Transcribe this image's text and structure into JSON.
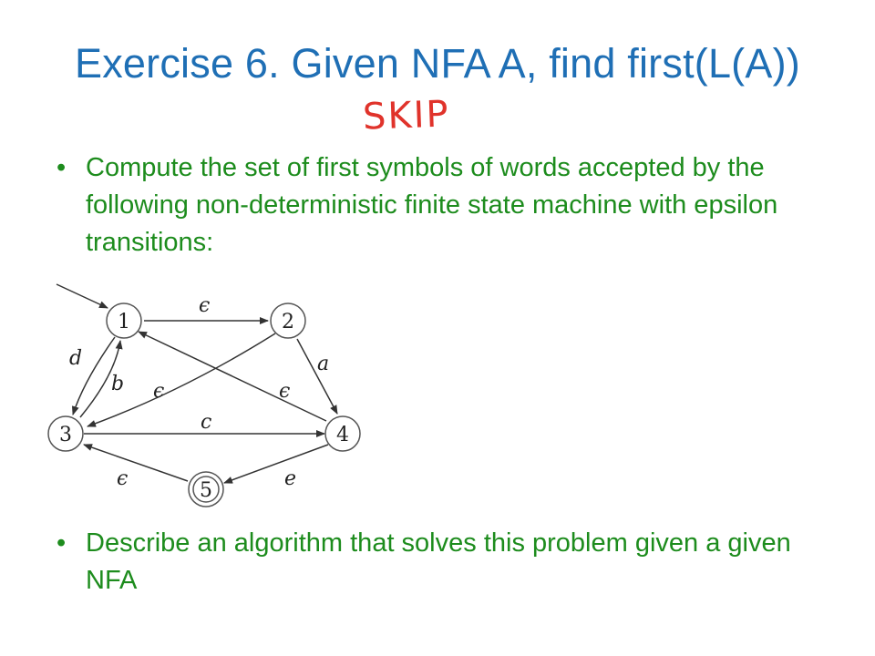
{
  "title": "Exercise 6. Given NFA A, find first(L(A))",
  "annotation": "SKIP",
  "bullets": [
    "Compute the set of first symbols of words accepted by the following non-deterministic finite state machine with epsilon transitions:",
    "Describe an algorithm that solves this problem given a given NFA"
  ],
  "diagram": {
    "states": [
      "1",
      "2",
      "3",
      "4",
      "5"
    ],
    "start_state": "1",
    "accepting_states": [
      "5"
    ],
    "transitions": [
      {
        "from": "1",
        "to": "2",
        "label": "ϵ"
      },
      {
        "from": "1",
        "to": "3",
        "label": "d"
      },
      {
        "from": "3",
        "to": "1",
        "label": "b"
      },
      {
        "from": "2",
        "to": "3",
        "label": "ϵ"
      },
      {
        "from": "4",
        "to": "1",
        "label": "ϵ"
      },
      {
        "from": "2",
        "to": "4",
        "label": "a"
      },
      {
        "from": "3",
        "to": "4",
        "label": "c"
      },
      {
        "from": "4",
        "to": "5",
        "label": "e"
      },
      {
        "from": "5",
        "to": "3",
        "label": "ϵ"
      }
    ]
  }
}
